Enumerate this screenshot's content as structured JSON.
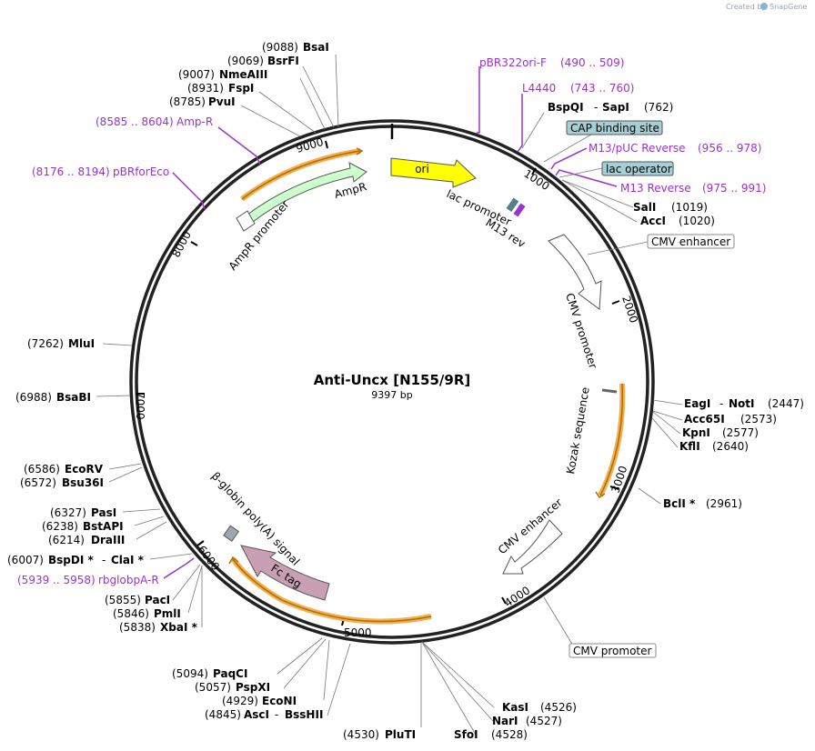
{
  "credit": {
    "created_by": "Created by",
    "brand": "SnapGene"
  },
  "plasmid": {
    "name": "Anti-Uncx [N155/9R]",
    "length": "9397 bp"
  },
  "ticks": [
    "1000",
    "2000",
    "3000",
    "4000",
    "5000",
    "6000",
    "7000",
    "8000",
    "9000"
  ],
  "features": {
    "ori": "ori",
    "ampr": "AmpR",
    "ampr_promoter": "AmpR promoter",
    "lac_promoter": "lac promoter",
    "m13_rev": "M13 rev",
    "cmv_promoter_arc": "CMV promoter",
    "kozak": "Kozak sequence",
    "cmv_enhancer_arc": "CMV enhancer",
    "fc_tag": "Fc tag",
    "globin": "β-globin poly(A) signal"
  },
  "boxed": {
    "cap": "CAP binding site",
    "lac_operator": "lac operator",
    "cmv_enhancer": "CMV enhancer",
    "cmv_promoter": "CMV promoter"
  },
  "primers": {
    "pbr322": {
      "name": "pBR322ori-F",
      "range": "(490 .. 509)"
    },
    "l4440": {
      "name": "L4440",
      "range": "(743 .. 760)"
    },
    "m13puc": {
      "name": "M13/pUC Reverse",
      "range": "(956 .. 978)"
    },
    "m13rev": {
      "name": "M13 Reverse",
      "range": "(975 .. 991)"
    },
    "ampr": {
      "name": "Amp-R",
      "range": "(8585 .. 8604)"
    },
    "pbrforeco": {
      "name": "pBRforEco",
      "range": "(8176 .. 8194)"
    },
    "rbglobpa": {
      "name": "rbglobpA-R",
      "range": "(5939 .. 5958)"
    }
  },
  "enzymes": {
    "bsai": {
      "name": "BsaI",
      "pos": "(9088)"
    },
    "bsrfi": {
      "name": "BsrFI",
      "pos": "(9069)"
    },
    "nmeaiii": {
      "name": "NmeAIII",
      "pos": "(9007)"
    },
    "fspi": {
      "name": "FspI",
      "pos": "(8931)"
    },
    "pvui": {
      "name": "PvuI",
      "pos": "(8785)"
    },
    "bspqi": {
      "name": "BspQI",
      "sep": "-",
      "name2": "SapI",
      "pos": "(762)"
    },
    "sali": {
      "name": "SalI",
      "pos": "(1019)"
    },
    "acci": {
      "name": "AccI",
      "pos": "(1020)"
    },
    "eagi": {
      "name": "EagI",
      "sep": "-",
      "name2": "NotI",
      "pos": "(2447)"
    },
    "acc65i": {
      "name": "Acc65I",
      "pos": "(2573)"
    },
    "kpni": {
      "name": "KpnI",
      "pos": "(2577)"
    },
    "kfli": {
      "name": "KflI",
      "pos": "(2640)"
    },
    "bcli": {
      "name": "BclI *",
      "pos": "(2961)"
    },
    "kasi": {
      "name": "KasI",
      "pos": "(4526)"
    },
    "nari": {
      "name": "NarI",
      "pos": "(4527)"
    },
    "sfoi": {
      "name": "SfoI",
      "pos": "(4528)"
    },
    "pluti": {
      "name": "PluTI",
      "pos": "(4530)"
    },
    "asci": {
      "name": "AscI",
      "sep": "-",
      "name2": "BssHII",
      "pos": "(4845)"
    },
    "econi": {
      "name": "EcoNI",
      "pos": "(4929)"
    },
    "pspxi": {
      "name": "PspXI",
      "pos": "(5057)"
    },
    "paqci": {
      "name": "PaqCI",
      "pos": "(5094)"
    },
    "paci": {
      "name": "PacI",
      "pos": "(5855)"
    },
    "pmli": {
      "name": "PmlI",
      "pos": "(5846)"
    },
    "xbai": {
      "name": "XbaI *",
      "pos": "(5838)"
    },
    "bspdi": {
      "name": "BspDI *",
      "sep": "-",
      "name2": "ClaI *",
      "pos": "(6007)"
    },
    "drai": {
      "name": "DraIII",
      "pos": "(6214)"
    },
    "bstapi": {
      "name": "BstAPI",
      "pos": "(6238)"
    },
    "pasi": {
      "name": "PasI",
      "pos": "(6327)"
    },
    "bsu36i": {
      "name": "Bsu36I",
      "pos": "(6572)"
    },
    "ecorv": {
      "name": "EcoRV",
      "pos": "(6586)"
    },
    "bsabi": {
      "name": "BsaBI",
      "pos": "(6988)"
    },
    "mlui": {
      "name": "MluI",
      "pos": "(7262)"
    }
  },
  "colors": {
    "ori": "#ffff00",
    "ampr": "#ccffcc",
    "fc_tag": "#c9a0b3",
    "boxed_fill": "#a6cfd5",
    "primer": "#9933cc",
    "orf": "#f0b050"
  }
}
